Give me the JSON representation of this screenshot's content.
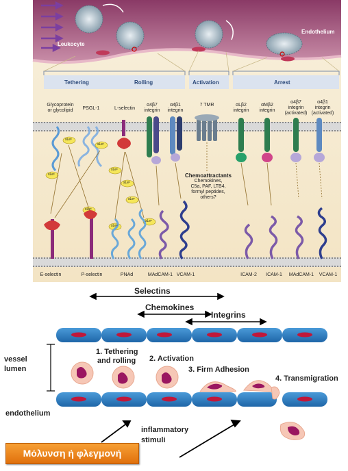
{
  "top_figure": {
    "labels": {
      "leukocyte": "Leukocyte",
      "endothelium": "Endothelium"
    },
    "stages": {
      "tethering": "Tethering",
      "rolling": "Rolling",
      "activation": "Activation",
      "arrest": "Arrest"
    },
    "receptors": {
      "glycoprotein": [
        "Glycoprotein",
        "or glycolipid"
      ],
      "psgl1": "PSGL-1",
      "lselectin": "L-selectin",
      "a4b7": [
        "α4β7",
        "integrin"
      ],
      "a4b1": [
        "α4β1",
        "integrin"
      ],
      "tmr": "7 TMR",
      "alb2": [
        "αLβ2",
        "integrin"
      ],
      "amb2": [
        "αMβ2",
        "integrin"
      ],
      "a4b7_act": [
        "α4β7",
        "integrin",
        "(activated)"
      ],
      "a4b1_act": [
        "α4β1",
        "integrin",
        "(activated)"
      ]
    },
    "chemo": {
      "title": "Chemoattractants",
      "lines": [
        "Chemokines,",
        "C5a, PAF, LTB4,",
        "formyl peptides,",
        "others?"
      ]
    },
    "sle": "sLeˣ",
    "bottom_labels": [
      "E-selectin",
      "P-selectin",
      "PNAd",
      "MAdCAM-1",
      "VCAM-1",
      "ICAM-2",
      "ICAM-1",
      "MAdCAM-1",
      "VCAM-1"
    ]
  },
  "bottom_figure": {
    "selectins": "Selectins",
    "chemokines": "Chemokines",
    "integrins": "Integrins",
    "vessel_lumen": [
      "vessel",
      "lumen"
    ],
    "step1": [
      "1. Tethering",
      "and rolling"
    ],
    "step2": "2. Activation",
    "step3": "3. Firm Adhesion",
    "step4": "4. Transmigration",
    "endothelium": "endothelium",
    "stimuli": [
      "inflammatory",
      "stimuli"
    ],
    "banner": "Μόλυνση ή φλεγμονή"
  }
}
